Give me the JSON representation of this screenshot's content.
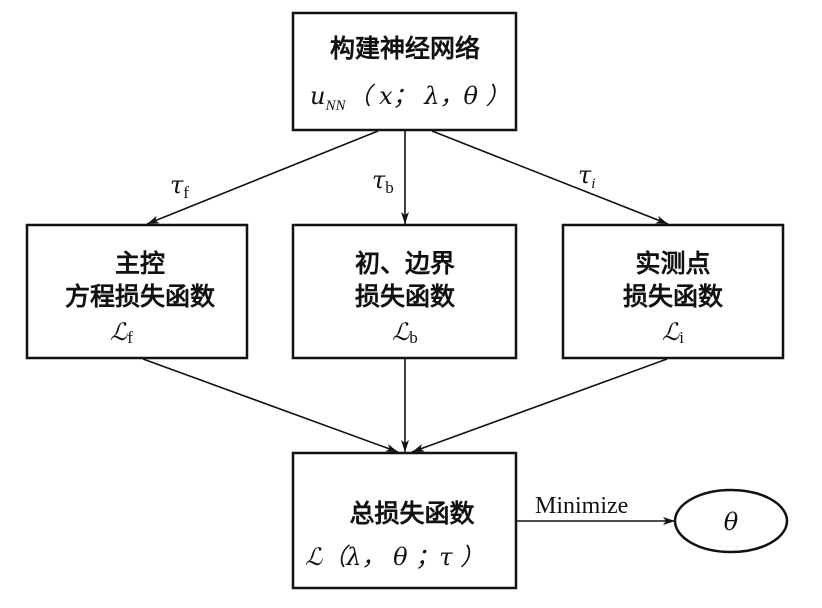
{
  "nodes": {
    "network": {
      "title": "构建神经网络",
      "formula_main": "u",
      "formula_sub": "NN",
      "formula_args": "（ x； λ，θ ）"
    },
    "pde_loss": {
      "line1": "主控",
      "line2": "方程损失函数",
      "symbol": "ℒ",
      "symbol_sub": "f"
    },
    "boundary_loss": {
      "line1": "初、边界",
      "line2": "损失函数",
      "symbol": "ℒ",
      "symbol_sub": "b"
    },
    "measured_loss": {
      "line1": "实测点",
      "line2": "损失函数",
      "symbol": "ℒ",
      "symbol_sub": "i"
    },
    "total_loss": {
      "title": "总损失函数",
      "formula": "ℒ（λ， θ ；τ ）"
    },
    "theta": {
      "label": "θ"
    }
  },
  "edges": {
    "to_pde": {
      "symbol": "τ",
      "sub": "f"
    },
    "to_boundary": {
      "symbol": "τ",
      "sub": "b"
    },
    "to_measured": {
      "symbol": "τ",
      "sub": "i"
    },
    "minimize": {
      "label": "Minimize"
    }
  }
}
